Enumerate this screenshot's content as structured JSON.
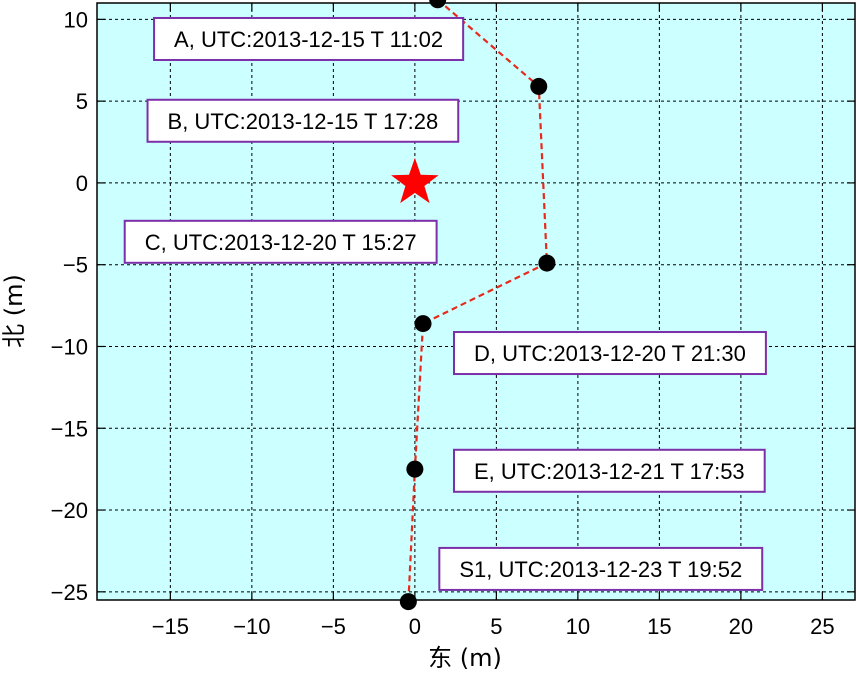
{
  "chart_data": {
    "type": "scatter",
    "xlabel": "东 (m)",
    "ylabel": "北 (m)",
    "xlim": [
      -19.5,
      27
    ],
    "ylim": [
      -25.5,
      11
    ],
    "xticks": [
      -15,
      -10,
      -5,
      0,
      5,
      10,
      15,
      20,
      25
    ],
    "yticks": [
      -25,
      -20,
      -15,
      -10,
      -5,
      0,
      5,
      10
    ],
    "xtick_labels": [
      "−15",
      "−10",
      "−5",
      "0",
      "5",
      "10",
      "15",
      "20",
      "25"
    ],
    "ytick_labels": [
      "−25",
      "−20",
      "−15",
      "−10",
      "−5",
      "0",
      "5",
      "10"
    ],
    "grid": true,
    "background_color": "#ccffff",
    "series": [
      {
        "values": [
          {
            "x": 1.4,
            "y": 11.2
          },
          {
            "x": 7.6,
            "y": 5.9
          },
          {
            "x": 8.1,
            "y": -4.9
          },
          {
            "x": 0.5,
            "y": -8.6
          },
          {
            "x": 0.0,
            "y": -17.5
          },
          {
            "x": -0.4,
            "y": -25.6
          }
        ],
        "line_color": "#e8291c",
        "line_style": "dashed",
        "marker_color": "#000000"
      }
    ],
    "star": {
      "x": 0,
      "y": 0,
      "color": "#ff0000"
    },
    "annotations": [
      {
        "text": "A, UTC:2013-12-15 T 11:02",
        "x": -16,
        "y": 8.8
      },
      {
        "text": "B, UTC:2013-12-15 T 17:28",
        "x": -16.4,
        "y": 3.8
      },
      {
        "text": "C, UTC:2013-12-20 T 15:27",
        "x": -17.8,
        "y": -3.6
      },
      {
        "text": "D, UTC:2013-12-20 T 21:30",
        "x": 2.4,
        "y": -10.4
      },
      {
        "text": "E, UTC:2013-12-21 T 17:53",
        "x": 2.4,
        "y": -17.6
      },
      {
        "text": "S1, UTC:2013-12-23 T 19:52",
        "x": 1.5,
        "y": -23.6
      }
    ],
    "annotation_border_color": "#7b2fa8"
  }
}
